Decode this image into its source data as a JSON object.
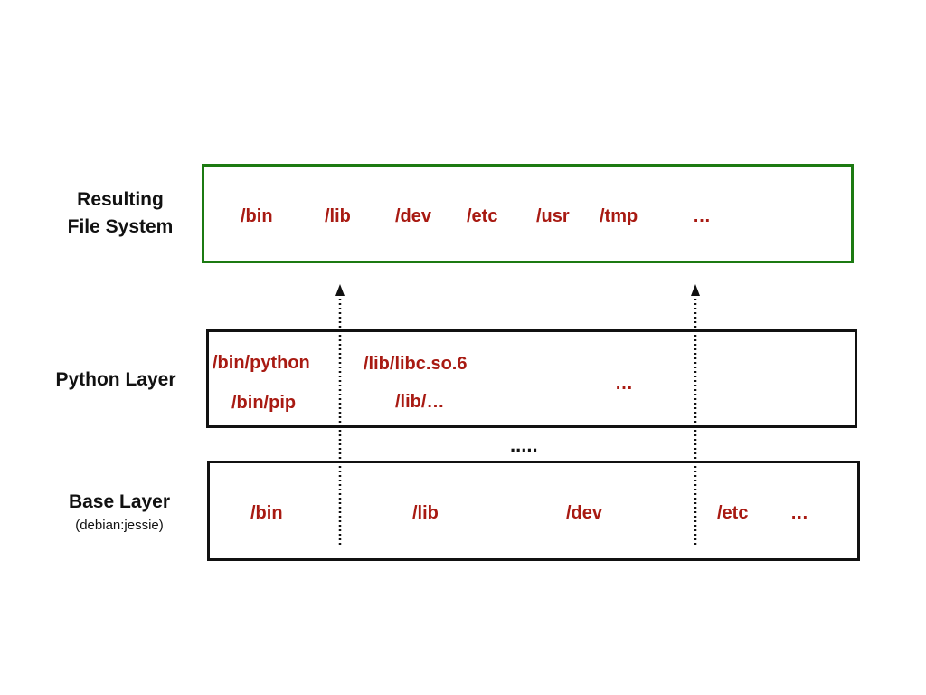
{
  "labels": {
    "resulting_line1": "Resulting",
    "resulting_line2": "File System",
    "python": "Python Layer",
    "base": "Base Layer",
    "base_sub": "(debian:jessie)"
  },
  "resulting_fs": {
    "paths": [
      "/bin",
      "/lib",
      "/dev",
      "/etc",
      "/usr",
      "/tmp",
      "…"
    ]
  },
  "python_layer": {
    "paths": [
      "/bin/python",
      "/bin/pip",
      "/lib/libc.so.6",
      "/lib/…",
      "…"
    ]
  },
  "between_layers": ".....",
  "base_layer": {
    "paths": [
      "/bin",
      "/lib",
      "/dev",
      "/etc",
      "…"
    ]
  },
  "colors": {
    "path_text": "#a81a12",
    "resulting_border": "#1c7a12",
    "layer_border": "#111111"
  }
}
